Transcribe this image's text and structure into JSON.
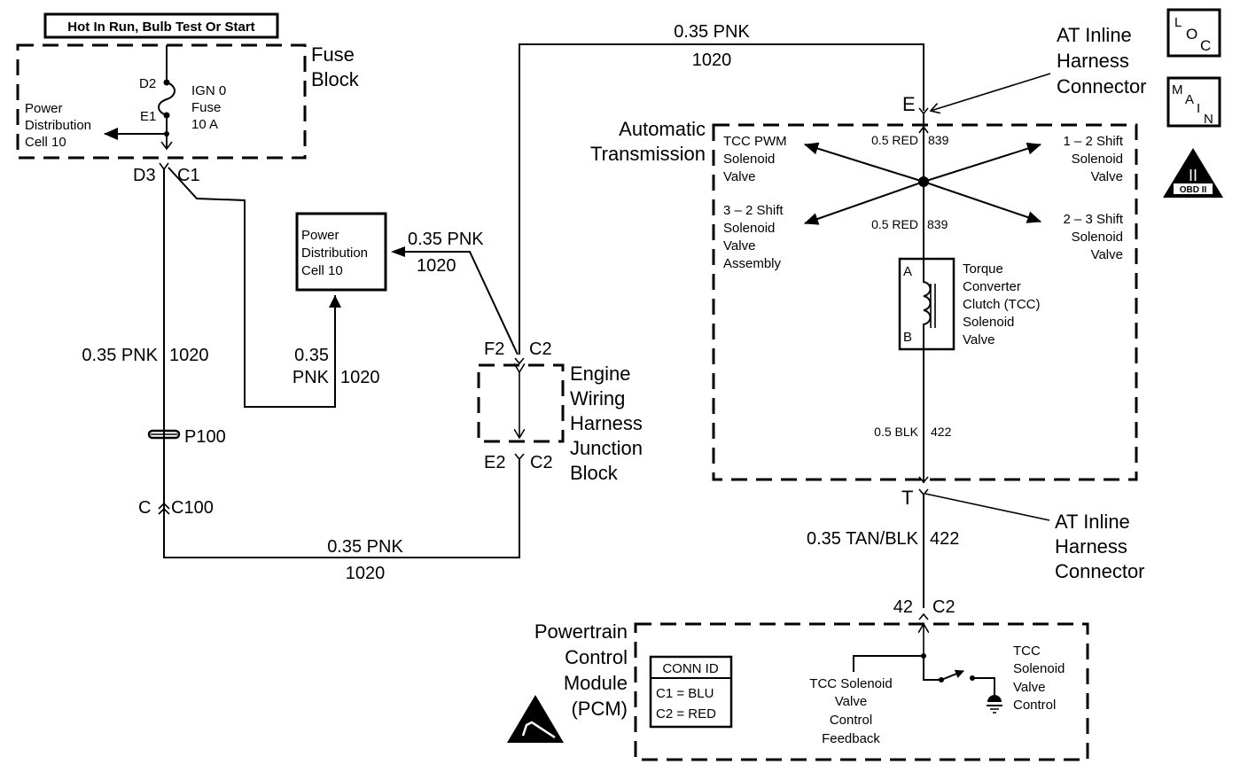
{
  "header": {
    "power_label": "Hot In Run, Bulb Test Or Start"
  },
  "fuse_block": {
    "title_line1": "Fuse",
    "title_line2": "Block",
    "fuse_line1": "IGN 0",
    "fuse_line2": "Fuse",
    "fuse_line3": "10 A",
    "pin_in": "D2",
    "pin_out": "E1",
    "pd_line1": "Power",
    "pd_line2": "Distribution",
    "pd_line3": "Cell 10",
    "conn_pin": "D3",
    "conn_id": "C1"
  },
  "pd_cell_box": {
    "line1": "Power",
    "line2": "Distribution",
    "line3": "Cell 10"
  },
  "wires": {
    "left_vertical": {
      "gauge_color": "0.35 PNK",
      "circuit": "1020"
    },
    "to_pd_up": {
      "gauge": "0.35",
      "color": "PNK",
      "circuit": "1020"
    },
    "to_pd_left": {
      "gauge_color": "0.35 PNK",
      "circuit": "1020"
    },
    "top": {
      "gauge_color": "0.35 PNK",
      "circuit": "1020"
    },
    "bottom": {
      "gauge_color": "0.35 PNK",
      "circuit": "1020"
    },
    "red_upper": {
      "gauge_color": "0.5 RED",
      "circuit": "839"
    },
    "red_lower": {
      "gauge_color": "0.5 RED",
      "circuit": "839"
    },
    "blk": {
      "gauge_color": "0.5 BLK",
      "circuit": "422"
    },
    "tan_blk": {
      "gauge_color": "0.35 TAN/BLK",
      "circuit": "422"
    }
  },
  "splice": {
    "id": "P100"
  },
  "c100": {
    "pin": "C",
    "id": "C100"
  },
  "junction_block": {
    "top_pin": "F2",
    "top_conn": "C2",
    "bottom_pin": "E2",
    "bottom_conn": "C2",
    "line1": "Engine",
    "line2": "Wiring",
    "line3": "Harness",
    "line4": "Junction",
    "line5": "Block"
  },
  "at_inline_top": {
    "pin": "E",
    "line1": "AT Inline",
    "line2": "Harness",
    "line3": "Connector"
  },
  "at_inline_bottom": {
    "pin": "T",
    "line1": "AT Inline",
    "line2": "Harness",
    "line3": "Connector"
  },
  "transmission": {
    "line1": "Automatic",
    "line2": "Transmission",
    "solenoids": {
      "tcc_pwm": [
        "TCC PWM",
        "Solenoid",
        "Valve"
      ],
      "shift_12": [
        "1 – 2 Shift",
        "Solenoid",
        "Valve"
      ],
      "shift_32": [
        "3 – 2 Shift",
        "Solenoid",
        "Valve",
        "Assembly"
      ],
      "shift_23": [
        "2 – 3 Shift",
        "Solenoid",
        "Valve"
      ],
      "tcc": [
        "Torque",
        "Converter",
        "Clutch (TCC)",
        "Solenoid",
        "Valve"
      ]
    },
    "tcc_pin_a": "A",
    "tcc_pin_b": "B"
  },
  "pcm": {
    "pin": "42",
    "conn": "C2",
    "label": [
      "Powertrain",
      "Control",
      "Module",
      "(PCM)"
    ],
    "conn_id_title": "CONN ID",
    "conn_id_rows": [
      "C1 = BLU",
      "C2 = RED"
    ],
    "feedback": [
      "TCC Solenoid",
      "Valve",
      "Control",
      "Feedback"
    ],
    "control": [
      "TCC",
      "Solenoid",
      "Valve",
      "Control"
    ]
  },
  "icons": {
    "loc": {
      "l": "L",
      "o": "O",
      "c": "C"
    },
    "main": {
      "m": "M",
      "a": "A",
      "i": "I",
      "n": "N"
    },
    "obd": {
      "numeral": "II",
      "label": "OBD II"
    }
  }
}
